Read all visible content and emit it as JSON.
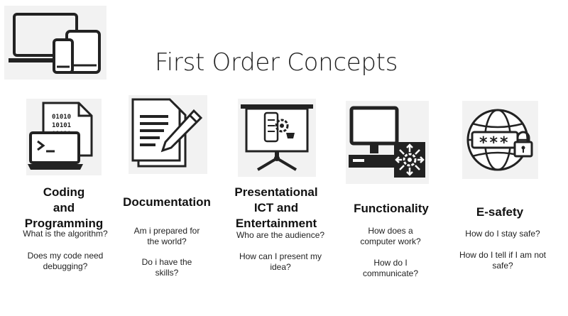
{
  "page": {
    "title": "First Order Concepts",
    "header_icon": "devices-icon"
  },
  "concepts": [
    {
      "icon": "code-laptop-icon",
      "title_lines": [
        "Coding",
        "and",
        "Programming"
      ],
      "q1": "What is the algorithm?",
      "q2_lines": [
        "Does my code need",
        "debugging?"
      ],
      "code_bits": [
        "01010",
        "10101",
        "01010"
      ]
    },
    {
      "icon": "document-pen-icon",
      "title_lines": [
        "Documentation"
      ],
      "q1_lines": [
        "Am i prepared for",
        "the world?"
      ],
      "q2_lines": [
        "Do i have the",
        "skills?"
      ]
    },
    {
      "icon": "presentation-icon",
      "title_lines": [
        "Presentational",
        "ICT and",
        "Entertainment"
      ],
      "q1": "Who are the audience?",
      "q2_lines": [
        "How can I present my",
        "idea?"
      ]
    },
    {
      "icon": "computer-function-icon",
      "title_lines": [
        "Functionality"
      ],
      "q1_lines": [
        "How does a",
        "computer work?"
      ],
      "q2_lines": [
        "How do I",
        "communicate?"
      ]
    },
    {
      "icon": "globe-password-lock-icon",
      "title_lines": [
        "E-safety"
      ],
      "q1": "How do I stay safe?",
      "q2_lines": [
        "How do I tell if I am not",
        "safe?"
      ],
      "password_mask": "***"
    }
  ]
}
